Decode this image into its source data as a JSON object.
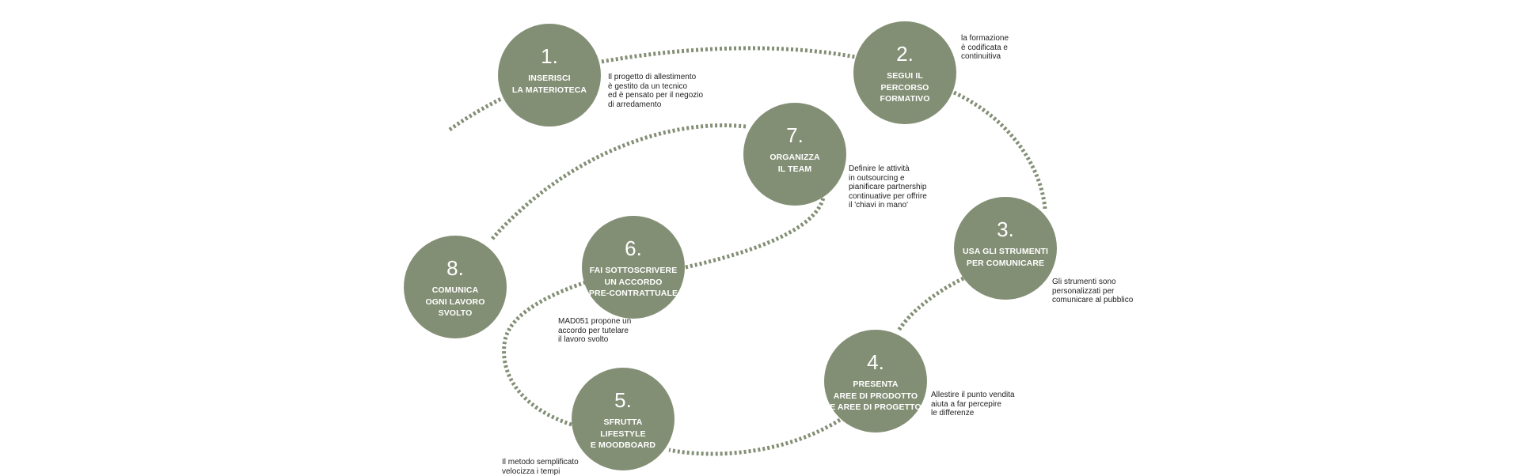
{
  "colors": {
    "circle_fill": "#838f75",
    "dotted_path": "#838f75",
    "note_text": "#222222",
    "circle_text": "#ffffff"
  },
  "steps": [
    {
      "number": "1.",
      "title": "INSERISCI\nLA MATERIOTECA",
      "note": "Il progetto di allestimento\nè gestito da un tecnico\ned è pensato per il negozio\ndi arredamento"
    },
    {
      "number": "2.",
      "title": "SEGUI IL\nPERCORSO\nFORMATIVO",
      "note": "la formazione\nè codificata e\ncontinuitiva"
    },
    {
      "number": "3.",
      "title": "USA GLI STRUMENTI\nPER COMUNICARE",
      "note": "Gli strumenti sono\npersonalizzati per\ncomunicare al pubblico"
    },
    {
      "number": "4.",
      "title": "PRESENTA\nAREE DI PRODOTTO\nE AREE DI PROGETTO",
      "note": "Allestire il punto vendita\naiuta a far percepire\nle differenze"
    },
    {
      "number": "5.",
      "title": "SFRUTTA\nLIFESTYLE\nE MOODBOARD",
      "note": "Il metodo semplificato\nvelocizza i tempi"
    },
    {
      "number": "6.",
      "title": "FAI SOTTOSCRIVERE\nUN ACCORDO\nPRE-CONTRATTUALE",
      "note": "MAD051 propone un\naccordo per tutelare\nil lavoro svolto"
    },
    {
      "number": "7.",
      "title": "ORGANIZZA\nIL TEAM",
      "note": "Definire le attività\nin outsourcing e\npianificare partnership\ncontinuative per offrire\nil 'chiavi in mano'"
    },
    {
      "number": "8.",
      "title": "COMUNICA\nOGNI LAVORO\nSVOLTO",
      "note": ""
    }
  ]
}
